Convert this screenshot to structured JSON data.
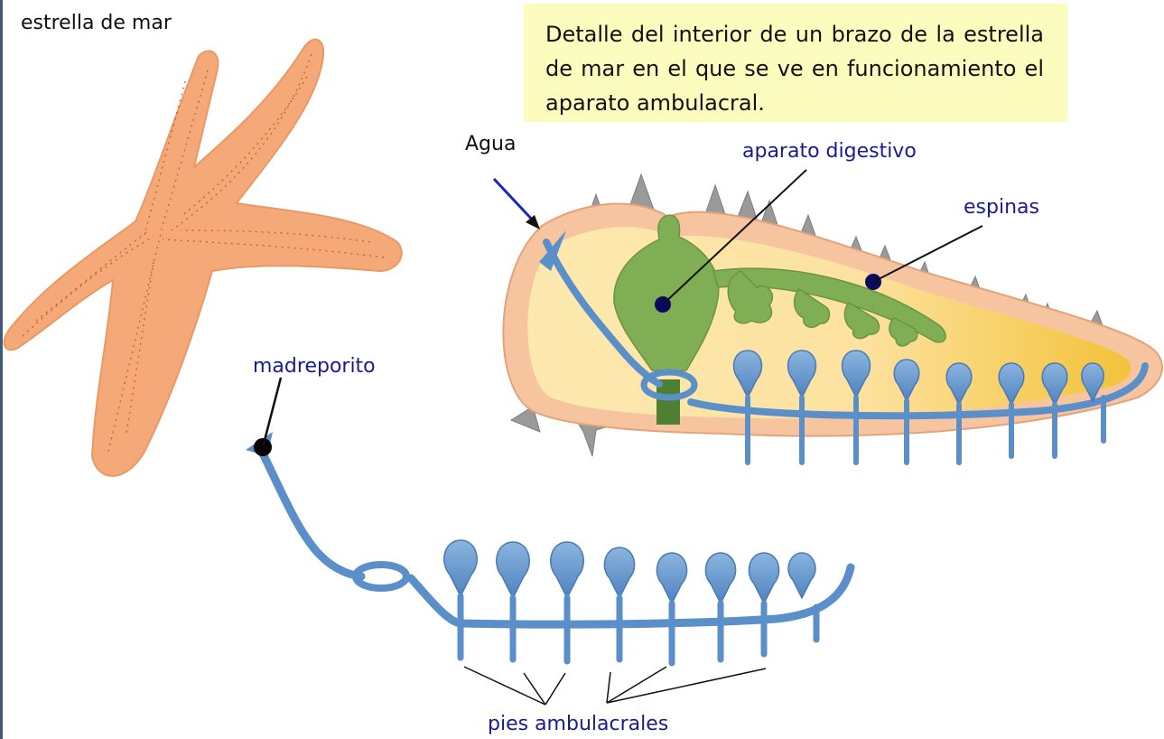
{
  "labels": {
    "starfish": "estrella de mar",
    "water": "Agua",
    "digestive": "aparato digestivo",
    "spines": "espinas",
    "madreporite": "madreporito",
    "tube_feet": "pies ambulacrales"
  },
  "note": "Detalle del interior de  un brazo de la estrella de mar en el que se ve en funcionamiento el aparato ambulacral.",
  "colors": {
    "starfish": "#f5a878",
    "skin": "#f7c4a0",
    "body_inner": "#fde6a8",
    "body_deep": "#f3c542",
    "digestive": "#7fae55",
    "spine": "#9a9a9a",
    "water_system": "#5b8fc9",
    "water_bulb": "#6e9fd0",
    "label_blue": "#1b1b8f",
    "note_bg": "#fdfcbf"
  }
}
